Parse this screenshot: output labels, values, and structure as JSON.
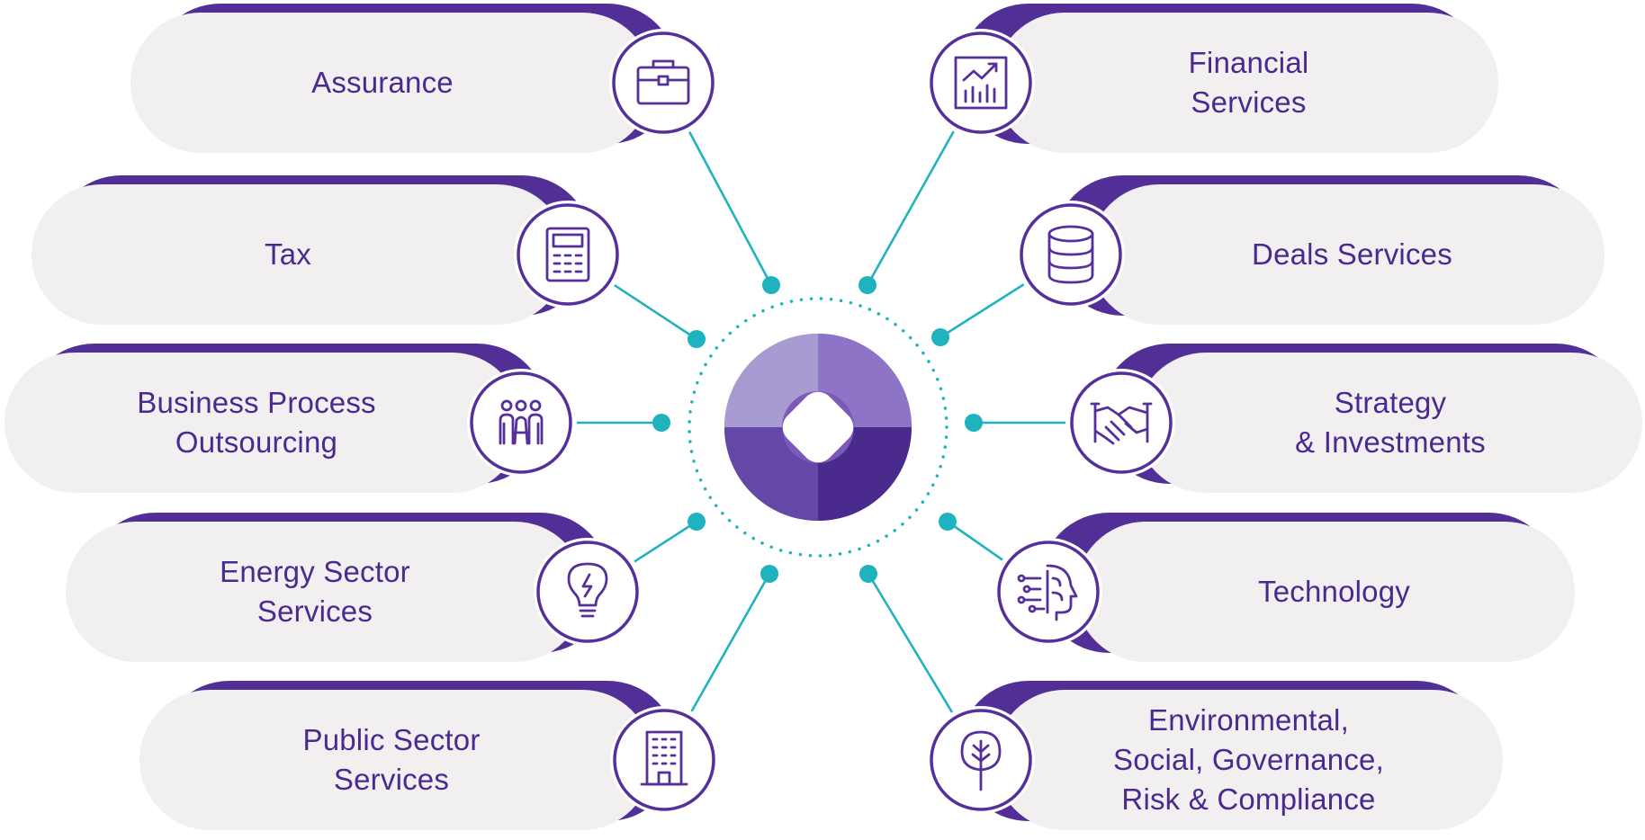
{
  "colors": {
    "pill_fill": "#f1eff0",
    "pill_accent": "#512f96",
    "text": "#4b2a8f",
    "connector": "#1fb3bf",
    "icon_stroke": "#55309b",
    "logo_light": "#a89bd1",
    "logo_mid": "#7a5bb8",
    "logo_dark": "#4a2a8d"
  },
  "services": [
    {
      "id": "assurance",
      "label": "Assurance",
      "icon": "briefcase-icon"
    },
    {
      "id": "tax",
      "label": "Tax",
      "icon": "calculator-icon"
    },
    {
      "id": "bpo",
      "label": "Business Process\nOutsourcing",
      "icon": "team-people-icon"
    },
    {
      "id": "energy",
      "label": "Energy Sector\nServices",
      "icon": "lightbulb-icon"
    },
    {
      "id": "public",
      "label": "Public Sector\nServices",
      "icon": "office-building-icon"
    },
    {
      "id": "financial",
      "label": "Financial\nServices",
      "icon": "growth-chart-icon"
    },
    {
      "id": "deals",
      "label": "Deals Services",
      "icon": "database-stack-icon"
    },
    {
      "id": "strategy",
      "label": "Strategy\n& Investments",
      "icon": "handshake-icon"
    },
    {
      "id": "technology",
      "label": "Technology",
      "icon": "ai-head-icon"
    },
    {
      "id": "esg",
      "label": "Environmental,\nSocial, Governance,\nRisk & Compliance",
      "icon": "tree-icon"
    }
  ],
  "center": {
    "icon": "brand-logo-swirl-icon"
  }
}
